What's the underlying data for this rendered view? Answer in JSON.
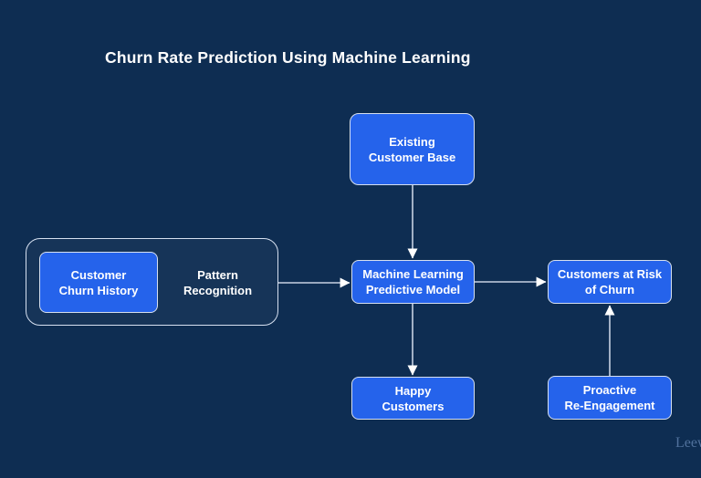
{
  "title": "Churn Rate Prediction Using Machine Learning",
  "watermark": "Leew",
  "colors": {
    "background": "#0E2D52",
    "node_fill": "#2563EB",
    "node_border": "#D6E0F0",
    "connector": "#C7D2E2",
    "arrowhead": "#FFFFFF",
    "text": "#FFFFFF",
    "watermark": "#50719C"
  },
  "nodes": {
    "existing_customer_base": {
      "label": "Existing\nCustomer Base"
    },
    "customer_churn_history": {
      "label": "Customer\nChurn History"
    },
    "pattern_recognition": {
      "label": "Pattern\nRecognition"
    },
    "ml_predictive_model": {
      "label": "Machine Learning\nPredictive Model"
    },
    "customers_at_risk": {
      "label": "Customers at Risk\nof Churn"
    },
    "happy_customers": {
      "label": "Happy\nCustomers"
    },
    "proactive_reengagement": {
      "label": "Proactive\nRe-Engagement"
    }
  },
  "edges": [
    {
      "from": "existing_customer_base",
      "to": "ml_predictive_model"
    },
    {
      "from": "pattern_recognition_group",
      "to": "ml_predictive_model"
    },
    {
      "from": "ml_predictive_model",
      "to": "customers_at_risk"
    },
    {
      "from": "ml_predictive_model",
      "to": "happy_customers"
    },
    {
      "from": "proactive_reengagement",
      "to": "customers_at_risk"
    }
  ]
}
